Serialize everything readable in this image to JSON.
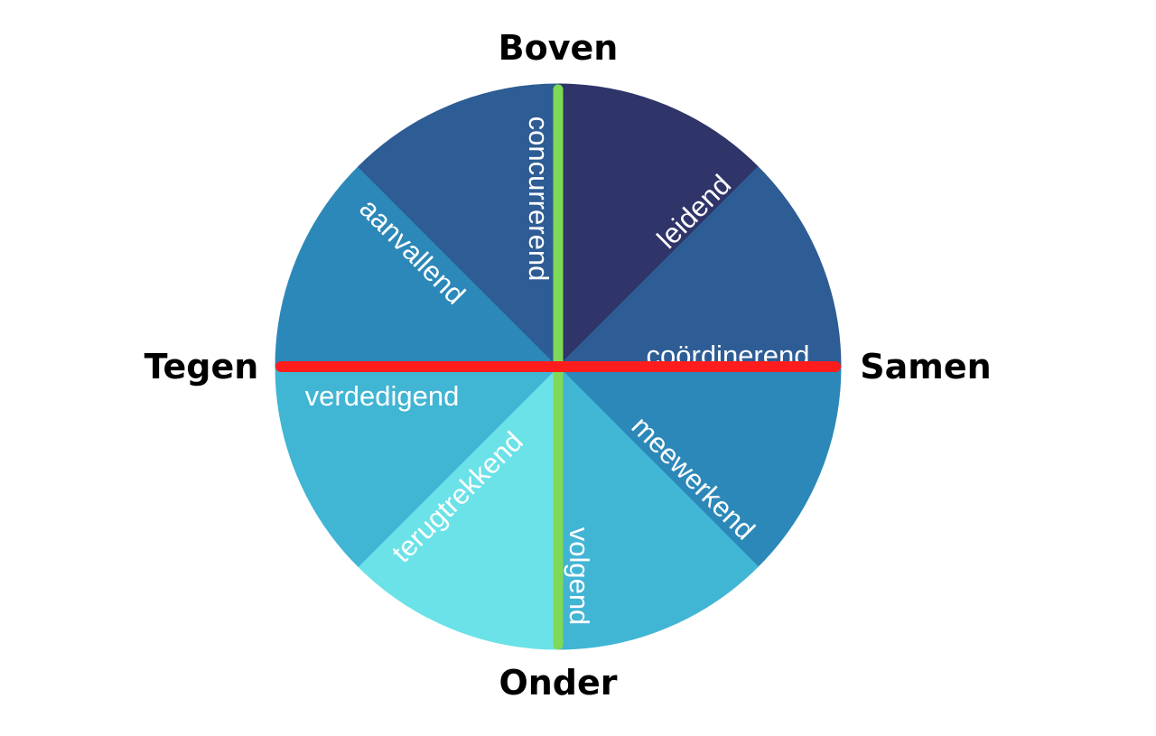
{
  "axes": {
    "top": "Boven",
    "bottom": "Onder",
    "left": "Tegen",
    "right": "Samen",
    "vertical_color": "#7ed957",
    "horizontal_color": "#ff1c1c"
  },
  "segments": [
    {
      "label": "leidend",
      "color": "#2f3469"
    },
    {
      "label": "coördinerend",
      "color": "#2e5c94"
    },
    {
      "label": "meewerkend",
      "color": "#2c88b8"
    },
    {
      "label": "volgend",
      "color": "#41b5d4"
    },
    {
      "label": "terugtrekkend",
      "color": "#6ae2e8"
    },
    {
      "label": "verdedigend",
      "color": "#41b5d4"
    },
    {
      "label": "aanvallend",
      "color": "#2c88b8"
    },
    {
      "label": "concurrerend",
      "color": "#2e5c94"
    }
  ]
}
